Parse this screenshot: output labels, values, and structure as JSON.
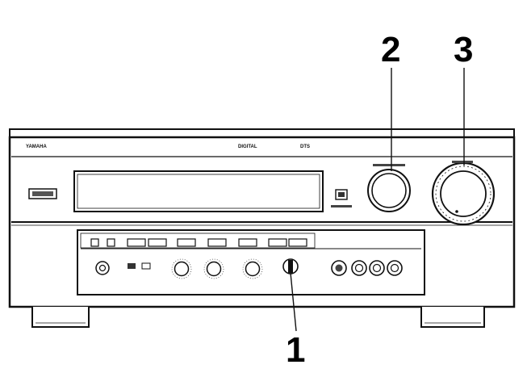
{
  "callouts": {
    "one": "1",
    "two": "2",
    "three": "3"
  },
  "front_panel": {
    "brand": "YAMAHA",
    "logos": [
      "DIGITAL",
      "DTS"
    ],
    "colors": {
      "line": "#111111",
      "panel": "#ffffff",
      "shadow": "#d8d8d8"
    }
  }
}
